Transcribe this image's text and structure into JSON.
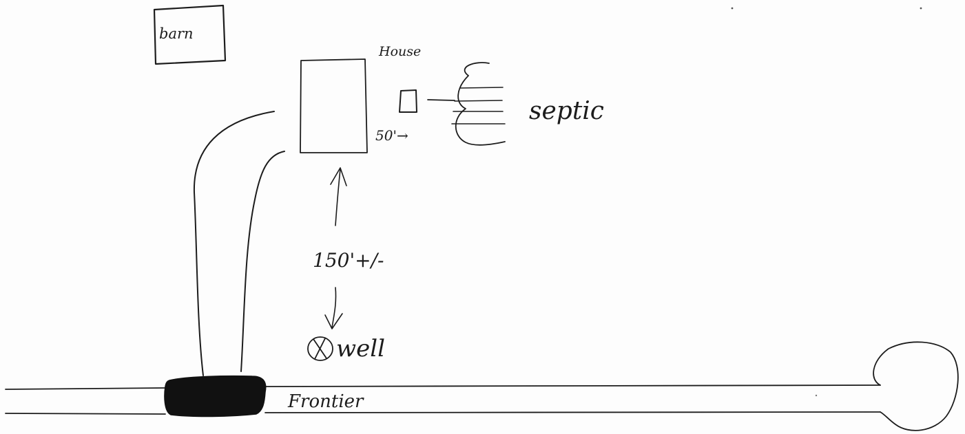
{
  "labels": {
    "barn": "barn",
    "house": "House",
    "septic": "septic",
    "setback": "50'→",
    "distance": "150'+/-",
    "well": "well",
    "road": "Frontier"
  }
}
